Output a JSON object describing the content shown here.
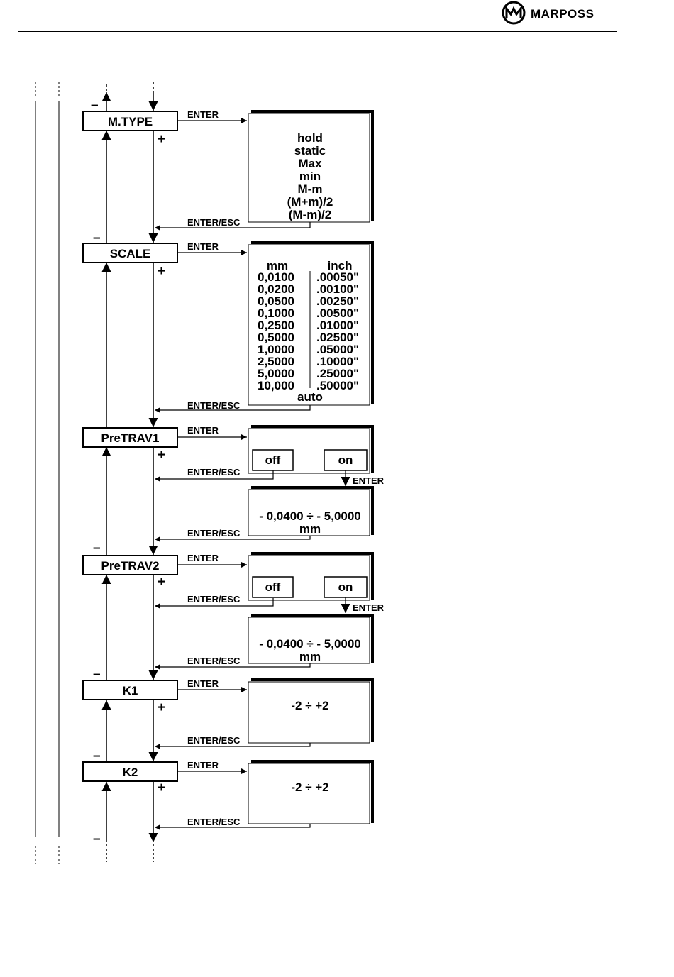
{
  "header": {
    "brand": "MARPOSS",
    "logo_icon": "marposs-logo-icon"
  },
  "labels": {
    "enter": "ENTER",
    "enter_esc": "ENTER/ESC",
    "plus": "+",
    "minus": "–"
  },
  "menus": {
    "mtype": "M.TYPE",
    "scale": "SCALE",
    "pretrav1": "PreTRAV1",
    "pretrav2": "PreTRAV2",
    "k1": "K1",
    "k2": "K2"
  },
  "mtype_options": [
    "hold",
    "static",
    "Max",
    "min",
    "M-m",
    "(M+m)/2",
    "(M-m)/2"
  ],
  "scale_options": {
    "mm_header": "mm",
    "inch_header": "inch",
    "mm": [
      "0,0100",
      "0,0200",
      "0,0500",
      "0,1000",
      "0,2500",
      "0,5000",
      "1,0000",
      "2,5000",
      "5,0000",
      "10,000"
    ],
    "inch": [
      ".00050\"",
      ".00100\"",
      ".00250\"",
      ".00500\"",
      ".01000\"",
      ".02500\"",
      ".05000\"",
      ".10000\"",
      ".25000\"",
      ".50000\""
    ],
    "auto": "auto"
  },
  "pretrav": {
    "off": "off",
    "on": "on",
    "range": "- 0,0400 ÷ - 5,0000",
    "unit": "mm"
  },
  "k_range": "-2 ÷ +2"
}
